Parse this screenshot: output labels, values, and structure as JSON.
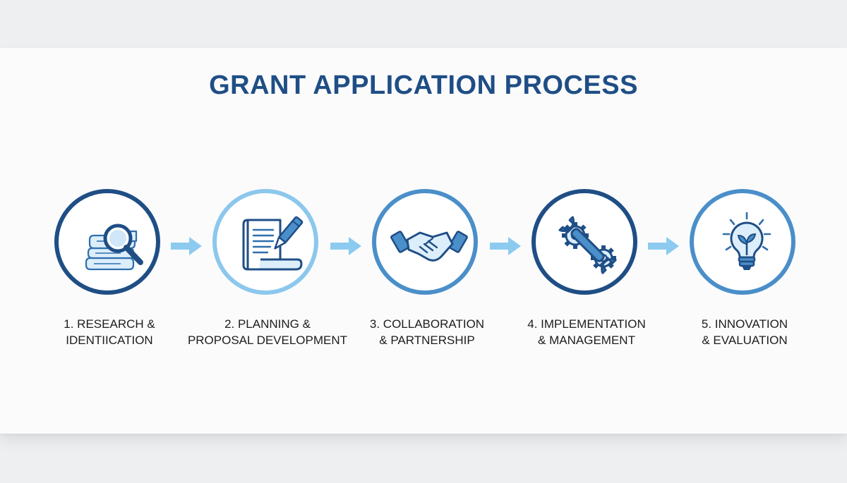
{
  "title": "GRANT APPLICATION PROCESS",
  "colors": {
    "dark_blue": "#1f4e85",
    "mid_blue": "#4a8fc9",
    "light_blue": "#8cc7ec",
    "arrow": "#8ccbef"
  },
  "steps": [
    {
      "icon": "magnifier-books-icon",
      "line1": "1. RESEARCH &",
      "line2": "IDENTIICATION"
    },
    {
      "icon": "document-pen-icon",
      "line1": "2. PLANNING &",
      "line2": "PROPOSAL DEVELOPMENT"
    },
    {
      "icon": "handshake-icon",
      "line1": "3. COLLABORATION",
      "line2": "& PARTNERSHIP"
    },
    {
      "icon": "wrench-gears-icon",
      "line1": "4. IMPLEMENTATION",
      "line2": "& MANAGEMENT"
    },
    {
      "icon": "lightbulb-icon",
      "line1": "5. INNOVATION",
      "line2": "& EVALUATION"
    }
  ]
}
